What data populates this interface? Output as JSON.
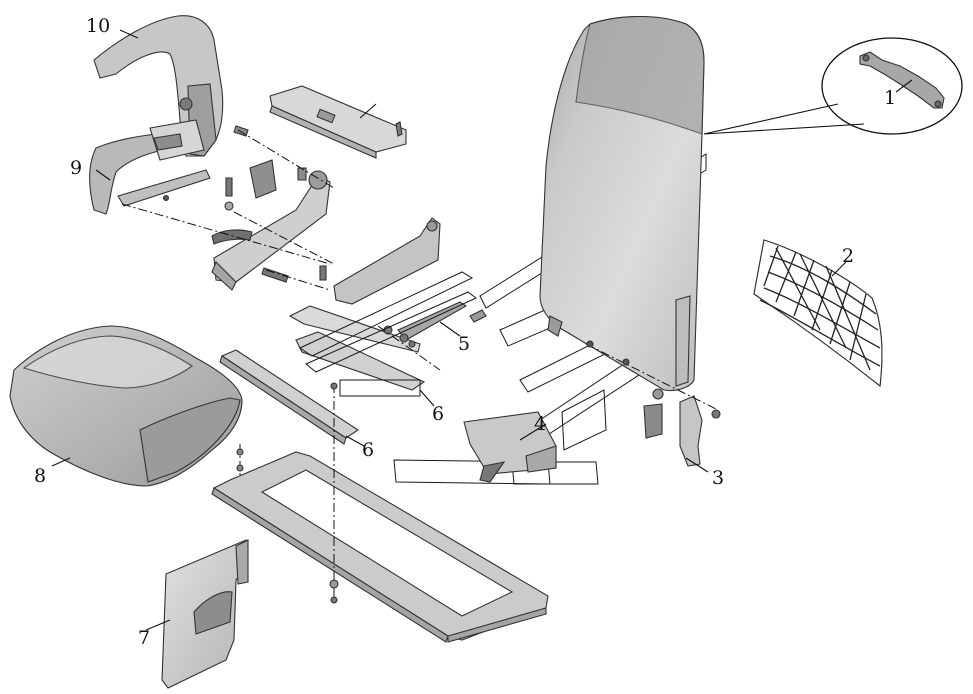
{
  "diagram": {
    "callouts": {
      "c1": "1",
      "c2": "2",
      "c3": "3",
      "c4": "4",
      "c5": "5",
      "c6a": "6",
      "c6b": "6",
      "c7": "7",
      "c8": "8",
      "c9": "9",
      "c10": "10"
    },
    "colors": {
      "background": "#ffffff",
      "part_fill_light": "#d2d2d2",
      "part_fill_mid": "#b9b9b9",
      "part_fill_dark": "#8e8e8e",
      "line": "#111111"
    }
  }
}
